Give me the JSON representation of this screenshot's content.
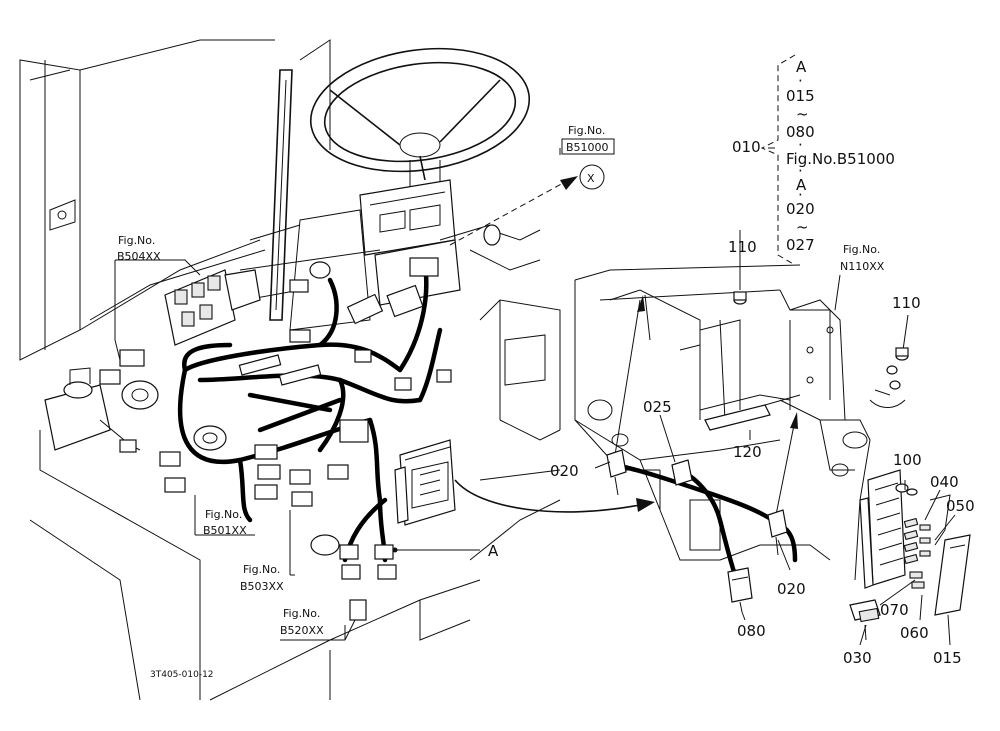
{
  "labels": {
    "fig_b51000_top": "Fig.No.",
    "fig_b51000_bottom": "B51000",
    "circle_x": "X",
    "fig_b504_top": "Fig.No.",
    "fig_b504_bottom": "B504XX",
    "fig_b501_top": "Fig.No.",
    "fig_b501_bottom": "B501XX",
    "fig_b503_top": "Fig.No.",
    "fig_b503_bottom": "B503XX",
    "fig_b520_top": "Fig.No.",
    "fig_b520_bottom": "B520XX",
    "fig_n110_top": "Fig.No.",
    "fig_n110_bottom": "N110XX",
    "point_a": "A",
    "drawing_code": "3T405-010-12"
  },
  "bracket": {
    "ref": "010",
    "lines": [
      "A",
      "·",
      "015",
      "~",
      "080",
      "·",
      "Fig.No.B51000",
      "·",
      "A",
      "·",
      "020",
      "~",
      "027"
    ]
  },
  "parts": {
    "p110_left": "110",
    "p110_right": "110",
    "p120": "120",
    "p025": "025",
    "p020_left": "020",
    "p020_right": "020",
    "p080": "080",
    "p100": "100",
    "p040": "040",
    "p050": "050",
    "p070": "070",
    "p060": "060",
    "p030": "030",
    "p015": "015"
  }
}
